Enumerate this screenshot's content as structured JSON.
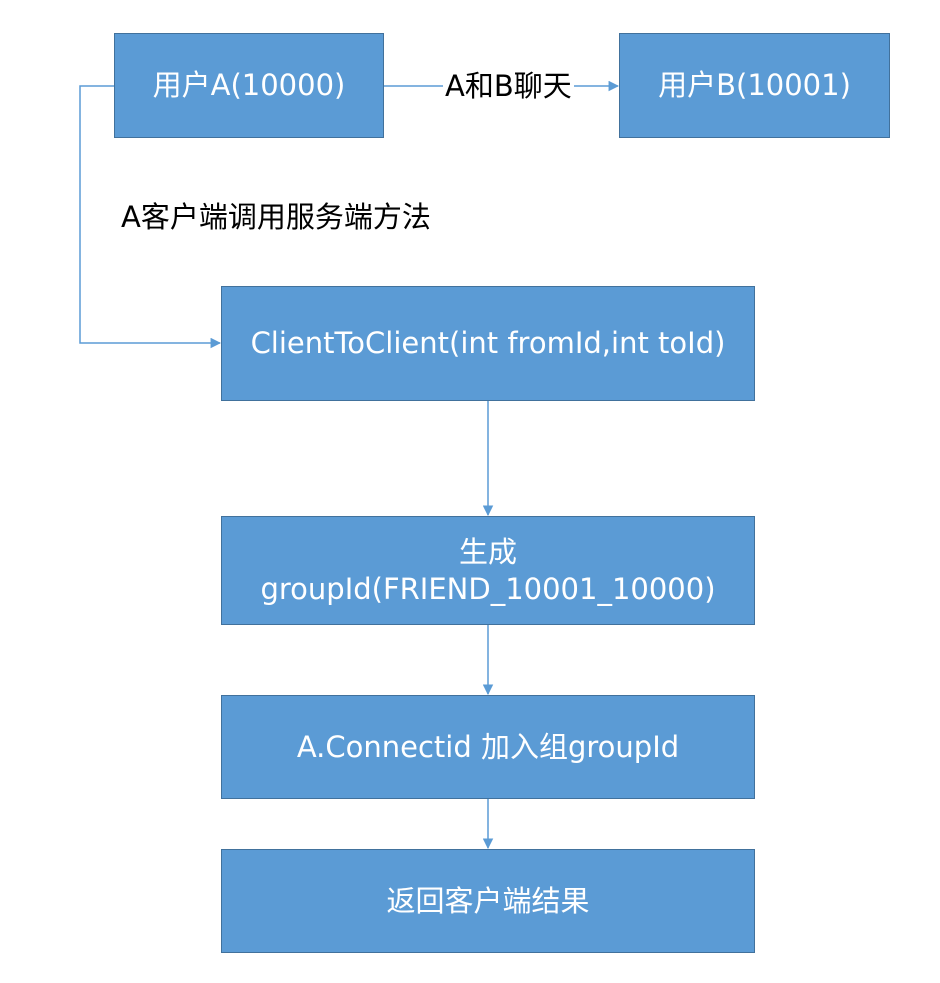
{
  "nodes": {
    "user_a": "用户A(10000)",
    "user_b": "用户B(10001)",
    "client_to_client": "ClientToClient(int fromId,int toId)",
    "generate_line1": "生成",
    "generate_line2": "groupId(FRIEND_10001_10000)",
    "join_group": "A.Connectid 加入组groupId",
    "return_result": "返回客户端结果"
  },
  "edge_labels": {
    "a_b_chat": "A和B聊天",
    "client_calls_server": "A客户端调用服务端方法"
  },
  "colors": {
    "box_fill": "#5b9bd5",
    "box_border": "#41719c",
    "connector": "#5b9bd5",
    "box_text": "#ffffff",
    "label_text": "#000000"
  }
}
